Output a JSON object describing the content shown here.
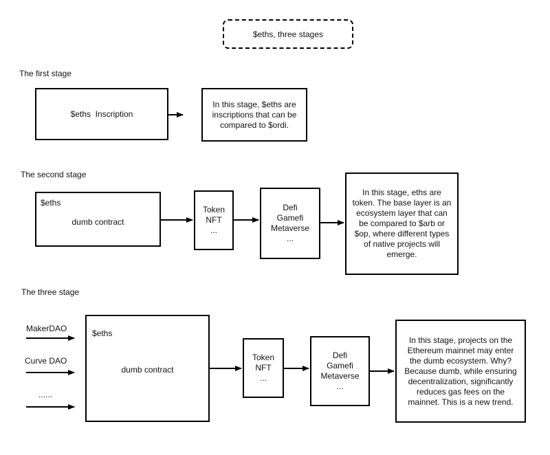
{
  "title": "$eths, three stages",
  "stage1": {
    "label": "The first stage",
    "box1": "$eths  Inscription",
    "desc": [
      "In this stage, $eths are",
      "inscriptions that can be",
      "compared to $ordi."
    ]
  },
  "stage2": {
    "label": "The second stage",
    "box1_tag": "$eths",
    "box1_text": "dumb contract",
    "box2": [
      "Token",
      "NFT",
      "..."
    ],
    "box3": [
      "Defi",
      "Gamefi",
      "Metaverse",
      "..."
    ],
    "desc": [
      "In this stage, eths are",
      "token. The base layer is an",
      "ecosystem layer that can",
      "be compared to $arb or",
      "$op, where different types",
      "of native projects will",
      "emerge."
    ]
  },
  "stage3": {
    "label": "The three stage",
    "inputs": [
      "MakerDAO",
      "Curve DAO",
      "......"
    ],
    "box1_tag": "$eths",
    "box1_text": "dumb contract",
    "box2": [
      "Token",
      "NFT",
      "..."
    ],
    "box3": [
      "Defi",
      "Gamefi",
      "Metaverse",
      "..."
    ],
    "desc": [
      "In this stage, projects on the",
      "Ethereum mainnet may enter",
      "the dumb ecosystem. Why?",
      "Because dumb, while ensuring",
      "decentralization, significantly",
      "reduces gas fees on the",
      "mainnet. This is a new trend."
    ]
  }
}
